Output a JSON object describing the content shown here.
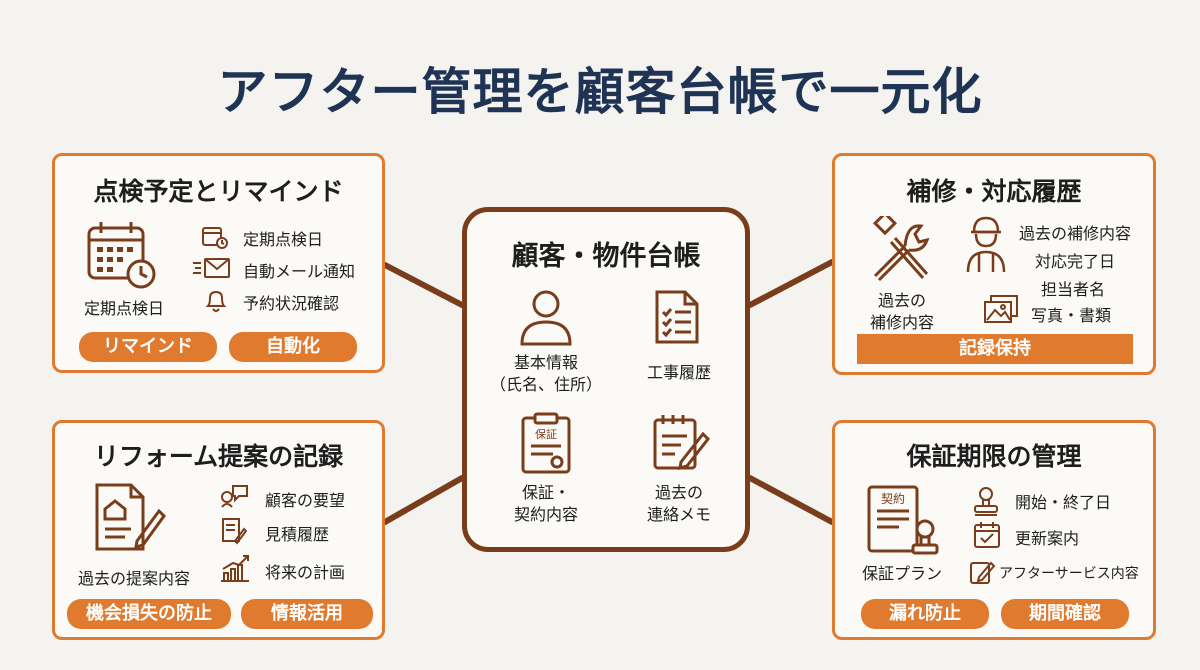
{
  "title": "アフター管理を顧客台帳で一元化",
  "colors": {
    "accent": "#e07a2e",
    "icon": "#7a3d1c",
    "title": "#1f3354",
    "center_border": "#7a3d1c"
  },
  "center": {
    "title": "顧客・物件台帳",
    "items": [
      {
        "label": "基本情報\n（氏名、住所）",
        "icon": "person-icon"
      },
      {
        "label": "工事履歴",
        "icon": "document-list-icon"
      },
      {
        "label": "保証・\n契約内容",
        "icon": "warranty-clipboard-icon"
      },
      {
        "label": "過去の\n連絡メモ",
        "icon": "memo-pencil-icon"
      }
    ]
  },
  "top_left": {
    "title": "点検予定とリマインド",
    "caption": "定期点検日",
    "items": [
      {
        "label": "定期点検日",
        "icon": "calendar-clock-icon"
      },
      {
        "label": "自動メール通知",
        "icon": "mail-icon"
      },
      {
        "label": "予約状況確認",
        "icon": "bell-icon"
      }
    ],
    "tags": [
      "リマインド",
      "自動化"
    ]
  },
  "bottom_left": {
    "title": "リフォーム提案の記録",
    "caption": "過去の提案内容",
    "items": [
      {
        "label": "顧客の要望",
        "icon": "chat-icon"
      },
      {
        "label": "見積履歴",
        "icon": "estimate-icon"
      },
      {
        "label": "将来の計画",
        "icon": "growth-chart-icon"
      }
    ],
    "tags": [
      "機会損失の防止",
      "情報活用"
    ]
  },
  "top_right": {
    "title": "補修・対応履歴",
    "caption": "過去の\n補修内容",
    "items": [
      {
        "label": "過去の補修内容",
        "icon": "worker-icon"
      },
      {
        "label": "対応完了日",
        "icon": ""
      },
      {
        "label": "担当者名",
        "icon": ""
      },
      {
        "label": "写真・書類",
        "icon": "photos-icon"
      }
    ],
    "tags": [
      "記録保持"
    ]
  },
  "bottom_right": {
    "title": "保証期限の管理",
    "caption": "保証プラン",
    "items": [
      {
        "label": "開始・終了日",
        "icon": "stamp-icon"
      },
      {
        "label": "更新案内",
        "icon": "calendar-check-icon"
      },
      {
        "label": "アフターサービス内容",
        "icon": "edit-icon"
      }
    ],
    "tags": [
      "漏れ防止",
      "期間確認"
    ]
  },
  "warranty_doc_text": "保証",
  "contract_doc_text": "契約"
}
